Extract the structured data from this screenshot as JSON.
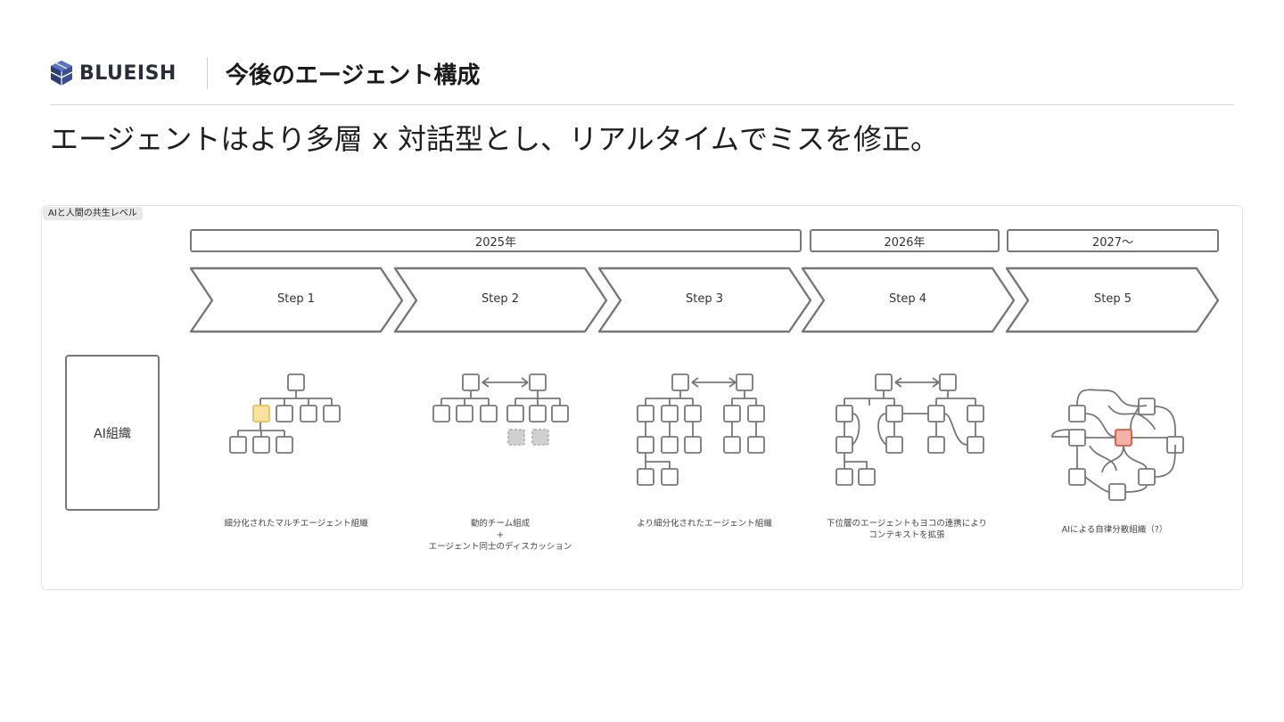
{
  "brand": {
    "name": "BLUEISH",
    "logo_icon": "blueish-logo-icon"
  },
  "header": {
    "title": "今後のエージェント構成"
  },
  "subtitle": "エージェントはより多層 x 対話型とし、リアルタイムでミスを修正。",
  "panel": {
    "tag": "AIと人間の共生レベル",
    "years": [
      "2025年",
      "2026年",
      "2027〜"
    ],
    "steps": [
      "Step 1",
      "Step 2",
      "Step 3",
      "Step 4",
      "Step 5"
    ],
    "row_label": "AI組織",
    "captions": [
      [
        "細分化されたマルチエージェント組織"
      ],
      [
        "動的チーム組成",
        "+",
        "エージェント同士のディスカッション"
      ],
      [
        "より細分化されたエージェント組織"
      ],
      [
        "下位層のエージェントもヨコの連携により",
        "コンテキストを拡張"
      ],
      [
        "AIによる自律分散組織（?）"
      ]
    ]
  },
  "colors": {
    "stroke": "#777777",
    "highlight_yellow": "#f7e2a0",
    "highlight_yellow_border": "#e6c25a",
    "highlight_red": "#f4b3a6",
    "highlight_red_border": "#d9573f",
    "dashed_gray": "#c8c8c8",
    "logo_blue": "#3a4d8f"
  }
}
